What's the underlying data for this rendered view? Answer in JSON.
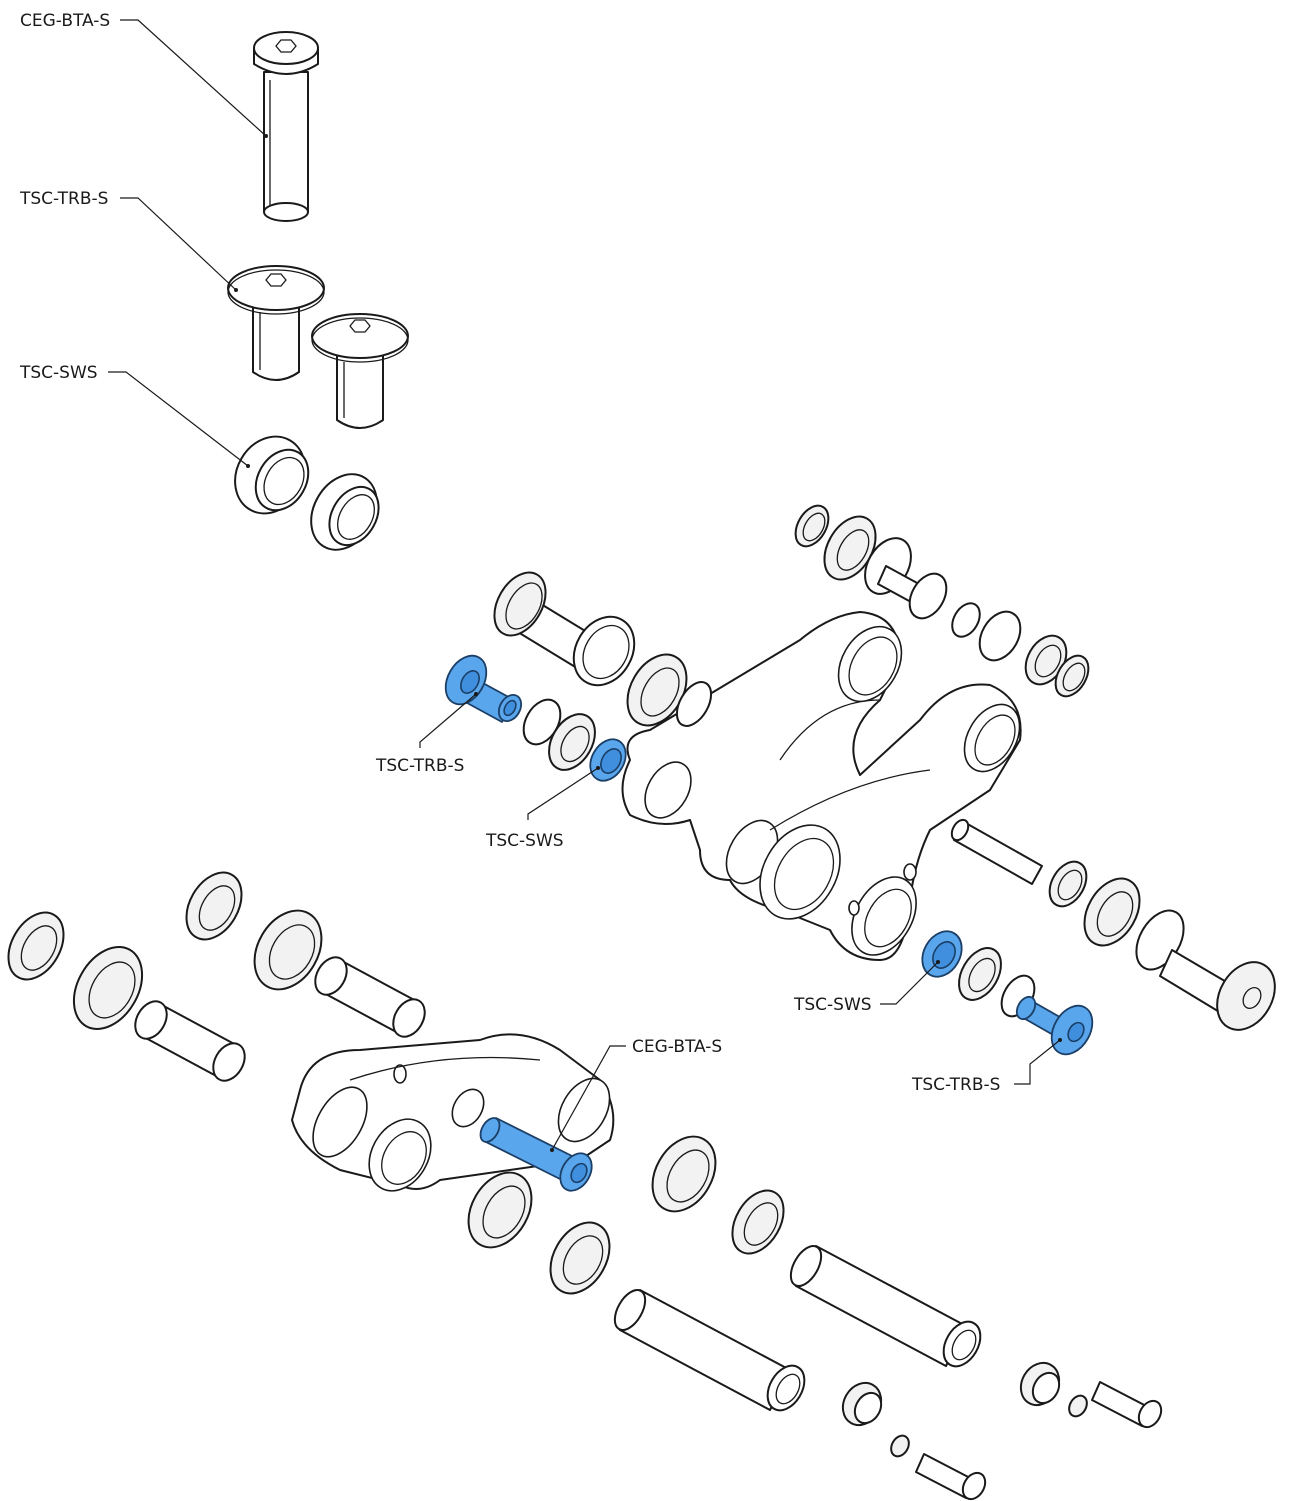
{
  "callouts": {
    "top_bolt": "CEG-BTA-S",
    "top_flanged_bushing": "TSC-TRB-S",
    "top_washer": "TSC-SWS",
    "rocker_flanged_bushing": "TSC-TRB-S",
    "rocker_washer": "TSC-SWS",
    "right_washer": "TSC-SWS",
    "right_flanged_bushing": "TSC-TRB-S",
    "link_bolt": "CEG-BTA-S"
  },
  "colors": {
    "highlight": "#5aa6ec",
    "outline": "#1a1a1a",
    "background": "#ffffff"
  }
}
